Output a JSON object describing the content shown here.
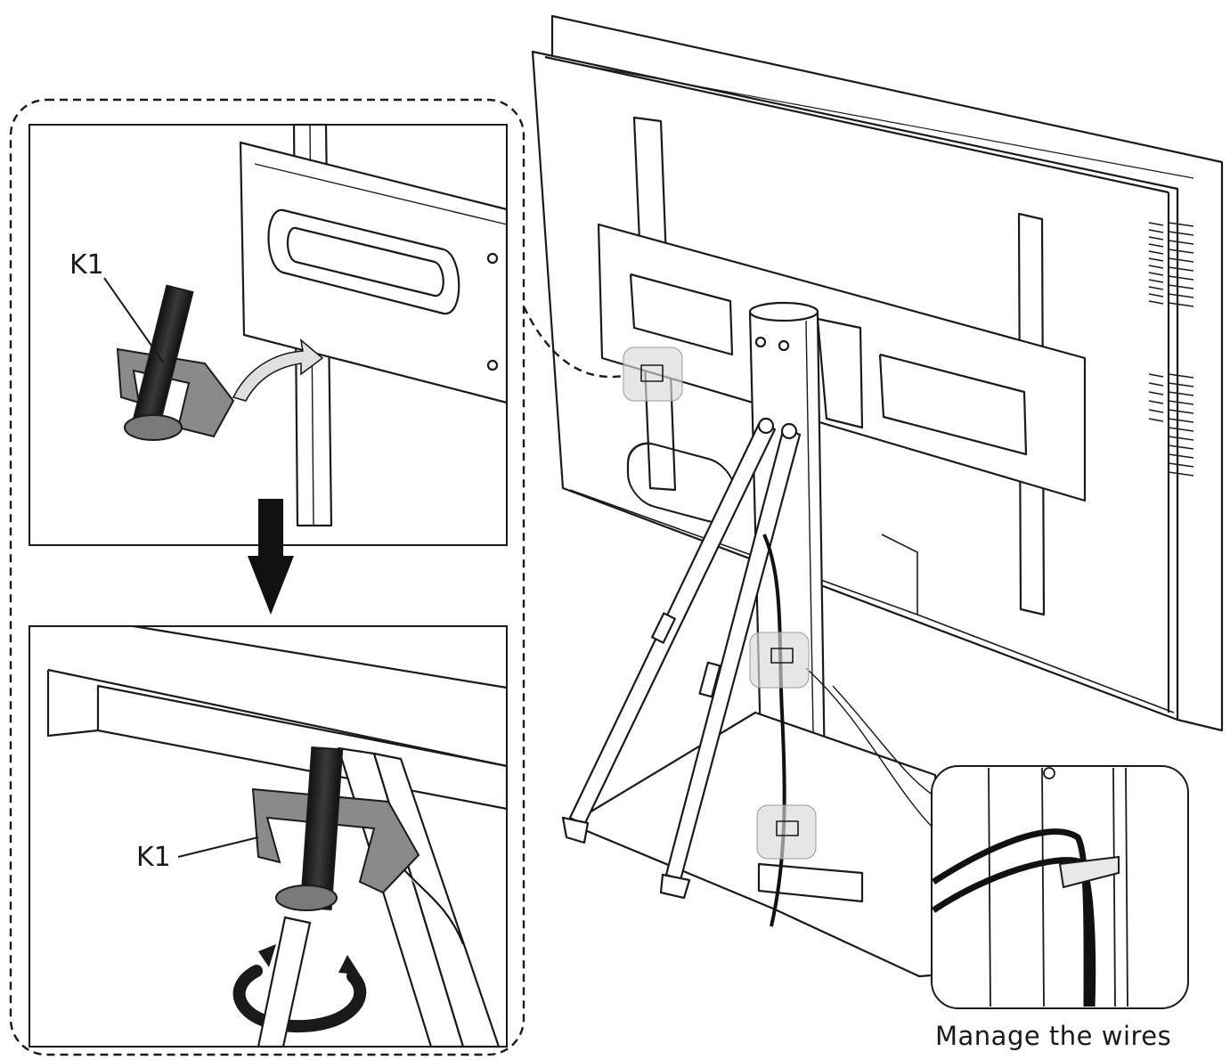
{
  "labels": {
    "k1_top": "K1",
    "k1_bottom": "K1",
    "caption": "Manage the wires"
  },
  "icons": [
    "down-arrow-icon",
    "curved-arrow-icon",
    "rotate-arrows-icon",
    "wire-clip-icon"
  ],
  "colors": {
    "line": "#1a1a1a",
    "part_fill": "#8a8a8a",
    "highlight": "#d8d8d8"
  }
}
